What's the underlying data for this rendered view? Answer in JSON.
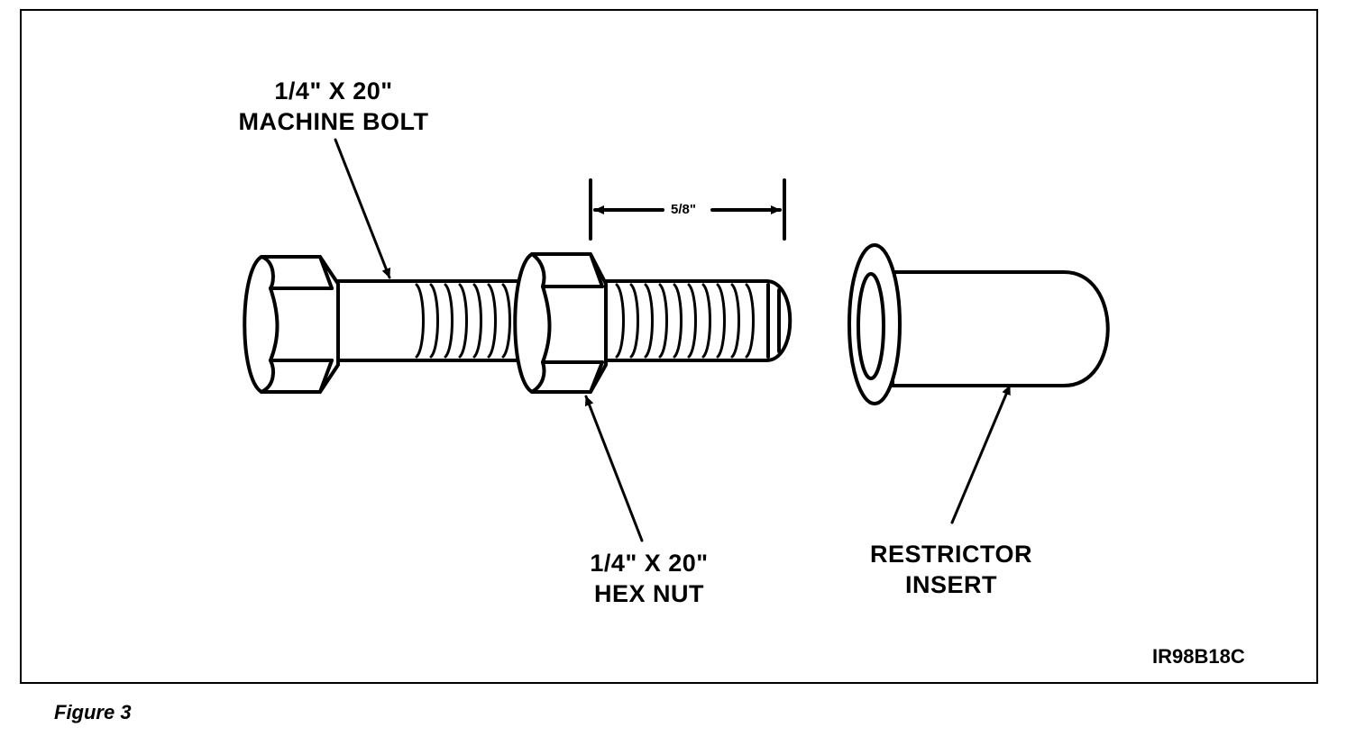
{
  "labels": {
    "bolt_line1": "1/4\" X 20\"",
    "bolt_line2": "MACHINE BOLT",
    "nut_line1": "1/4\" X 20\"",
    "nut_line2": "HEX NUT",
    "insert_line1": "RESTRICTOR",
    "insert_line2": "INSERT",
    "dimension": "5/8\""
  },
  "figure_code": "IR98B18C",
  "caption": "Figure 3"
}
